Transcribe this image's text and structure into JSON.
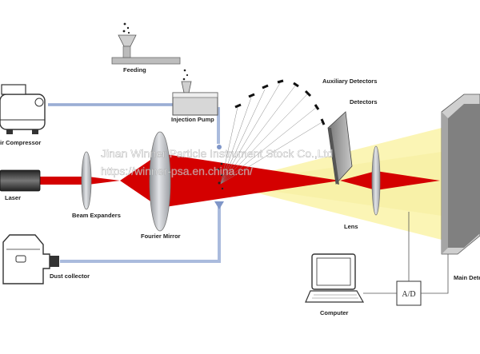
{
  "labels": {
    "feeding": "Feeding",
    "injection_pump": "Injection Pump",
    "air_compressor": "ir Compressor",
    "laser": "Laser",
    "beam_expanders": "Beam Expanders",
    "fourier_mirror": "Fourier Mirror",
    "dust_collector": "Dust collector",
    "auxiliary_detectors": "Auxiliary Detectors",
    "detectors": "Detectors",
    "lens": "Lens",
    "computer": "Computer",
    "ad_converter": "A/D",
    "main_detector": "Main Detec"
  },
  "watermark": {
    "line1": "Jinan Winner Particle Instrument Stock Co.,Ltd",
    "line2": "https://winner-psa.en.china.cn/"
  },
  "colors": {
    "laser_red": "#d40000",
    "scatter_yellow": "#fbf5b5",
    "pipe_blue": "#aabbdd",
    "lens_gray": "#c4c6ca"
  }
}
